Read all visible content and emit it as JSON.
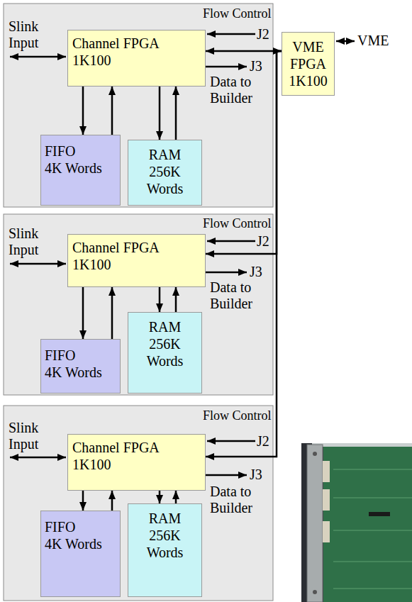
{
  "diagram": {
    "nodes": [
      {
        "text": [
          "Channel FPGA 1K100"
        ]
      },
      {
        "text": [
          "FIFO",
          "4K Words"
        ]
      },
      {
        "text": [
          "RAM",
          "256K Words"
        ]
      },
      {
        "text": [
          "Channel FPGA 1K100"
        ]
      },
      {
        "text": [
          "FIFO",
          "4K Words"
        ]
      },
      {
        "text": [
          "RAM",
          "256K Words"
        ]
      },
      {
        "text": [
          "Channel FPGA 1K100"
        ]
      },
      {
        "text": [
          "FIFO",
          "4K Words"
        ]
      },
      {
        "text": [
          "RAM",
          "256K Words"
        ]
      },
      {
        "text": [
          "VME FPGA 1K100"
        ]
      }
    ],
    "edges": [
      {
        "from": 0,
        "to": 1,
        "arrow": "to"
      },
      {
        "from": 1,
        "to": 0,
        "arrow": "to"
      },
      {
        "from": 0,
        "to": 2,
        "arrow": "to"
      },
      {
        "from": 2,
        "to": 0,
        "arrow": "to"
      },
      {
        "from": 3,
        "to": 4,
        "arrow": "to"
      },
      {
        "from": 4,
        "to": 3,
        "arrow": "to"
      },
      {
        "from": 3,
        "to": 5,
        "arrow": "to"
      },
      {
        "from": 5,
        "to": 3,
        "arrow": "to"
      },
      {
        "from": 6,
        "to": 7,
        "arrow": "to"
      },
      {
        "from": 7,
        "to": 6,
        "arrow": "to"
      },
      {
        "from": 6,
        "to": 8,
        "arrow": "to"
      },
      {
        "from": 8,
        "to": 6,
        "arrow": "to"
      },
      {
        "from": 0,
        "to": 9,
        "arrow": "both"
      },
      {
        "from": 9,
        "to": 3,
        "arrow": "to"
      },
      {
        "from": 9,
        "to": 6,
        "arrow": "to"
      }
    ],
    "labels": [
      "Slink Input",
      "Flow Control",
      "J2",
      "J3",
      "Data to Builder",
      "Slink Input",
      "Flow Control",
      "J2",
      "J3",
      "Data to Builder",
      "Slink Input",
      "Flow Control",
      "J2",
      "J3",
      "Data to Builder",
      "VME"
    ]
  }
}
